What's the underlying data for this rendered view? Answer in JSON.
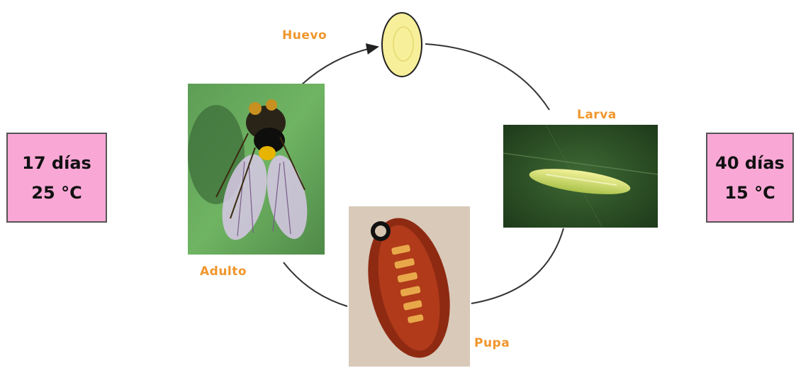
{
  "stages": {
    "egg_label": "Huevo",
    "larva_label": "Larva",
    "pupa_label": "Pupa",
    "adult_label": "Adulto"
  },
  "conditions": {
    "left": {
      "days": "17 días",
      "temperature": "25 °C"
    },
    "right": {
      "days": "40 días",
      "temperature": "15 °C"
    }
  },
  "colors": {
    "box_fill": "#f9a8d6",
    "label_color": "#f0962c",
    "egg_fill": "#f7ef9a",
    "cycle_line": "#333333"
  }
}
